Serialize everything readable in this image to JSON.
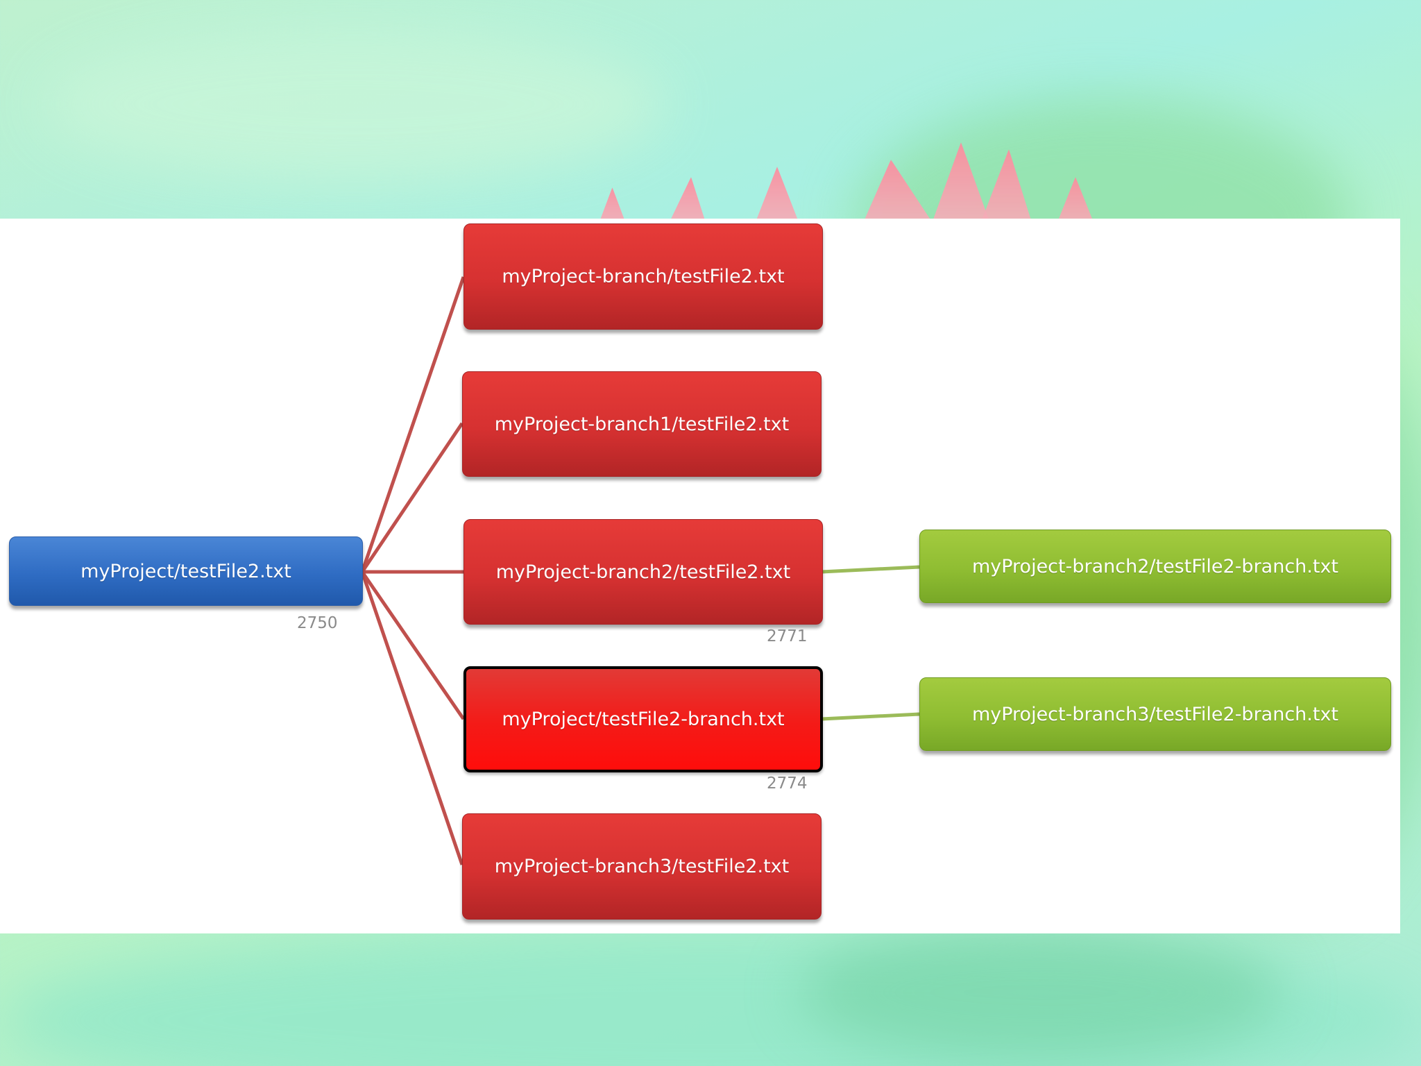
{
  "diagram": {
    "nodes": [
      {
        "id": "root",
        "label": "myProject/testFile2.txt",
        "color": "#2f6cc3"
      },
      {
        "id": "branch",
        "label": "myProject-branch/testFile2.txt",
        "color": "#d63131"
      },
      {
        "id": "branch1",
        "label": "myProject-branch1/testFile2.txt",
        "color": "#d63131"
      },
      {
        "id": "branch2",
        "label": "myProject-branch2/testFile2.txt",
        "color": "#d63131"
      },
      {
        "id": "file2branch",
        "label": "myProject/testFile2-branch.txt",
        "color": "#f41a17",
        "selected": true
      },
      {
        "id": "branch3",
        "label": "myProject-branch3/testFile2.txt",
        "color": "#d63131"
      },
      {
        "id": "b2-branchfile",
        "label": "myProject-branch2/testFile2-branch.txt",
        "color": "#8fbd32"
      },
      {
        "id": "b3-branchfile",
        "label": "myProject-branch3/testFile2-branch.txt",
        "color": "#8fbd32"
      }
    ],
    "edges": [
      {
        "from": "root",
        "to": "branch",
        "color": "#c0504d"
      },
      {
        "from": "root",
        "to": "branch1",
        "color": "#c0504d"
      },
      {
        "from": "root",
        "to": "branch2",
        "color": "#c0504d"
      },
      {
        "from": "root",
        "to": "file2branch",
        "color": "#c0504d"
      },
      {
        "from": "root",
        "to": "branch3",
        "color": "#c0504d"
      },
      {
        "from": "branch2",
        "to": "b2-branchfile",
        "color": "#9bbb59"
      },
      {
        "from": "file2branch",
        "to": "b3-branchfile",
        "color": "#9bbb59"
      }
    ],
    "ids": {
      "root": "2750",
      "branch2": "2771",
      "file2branch": "2774"
    }
  }
}
